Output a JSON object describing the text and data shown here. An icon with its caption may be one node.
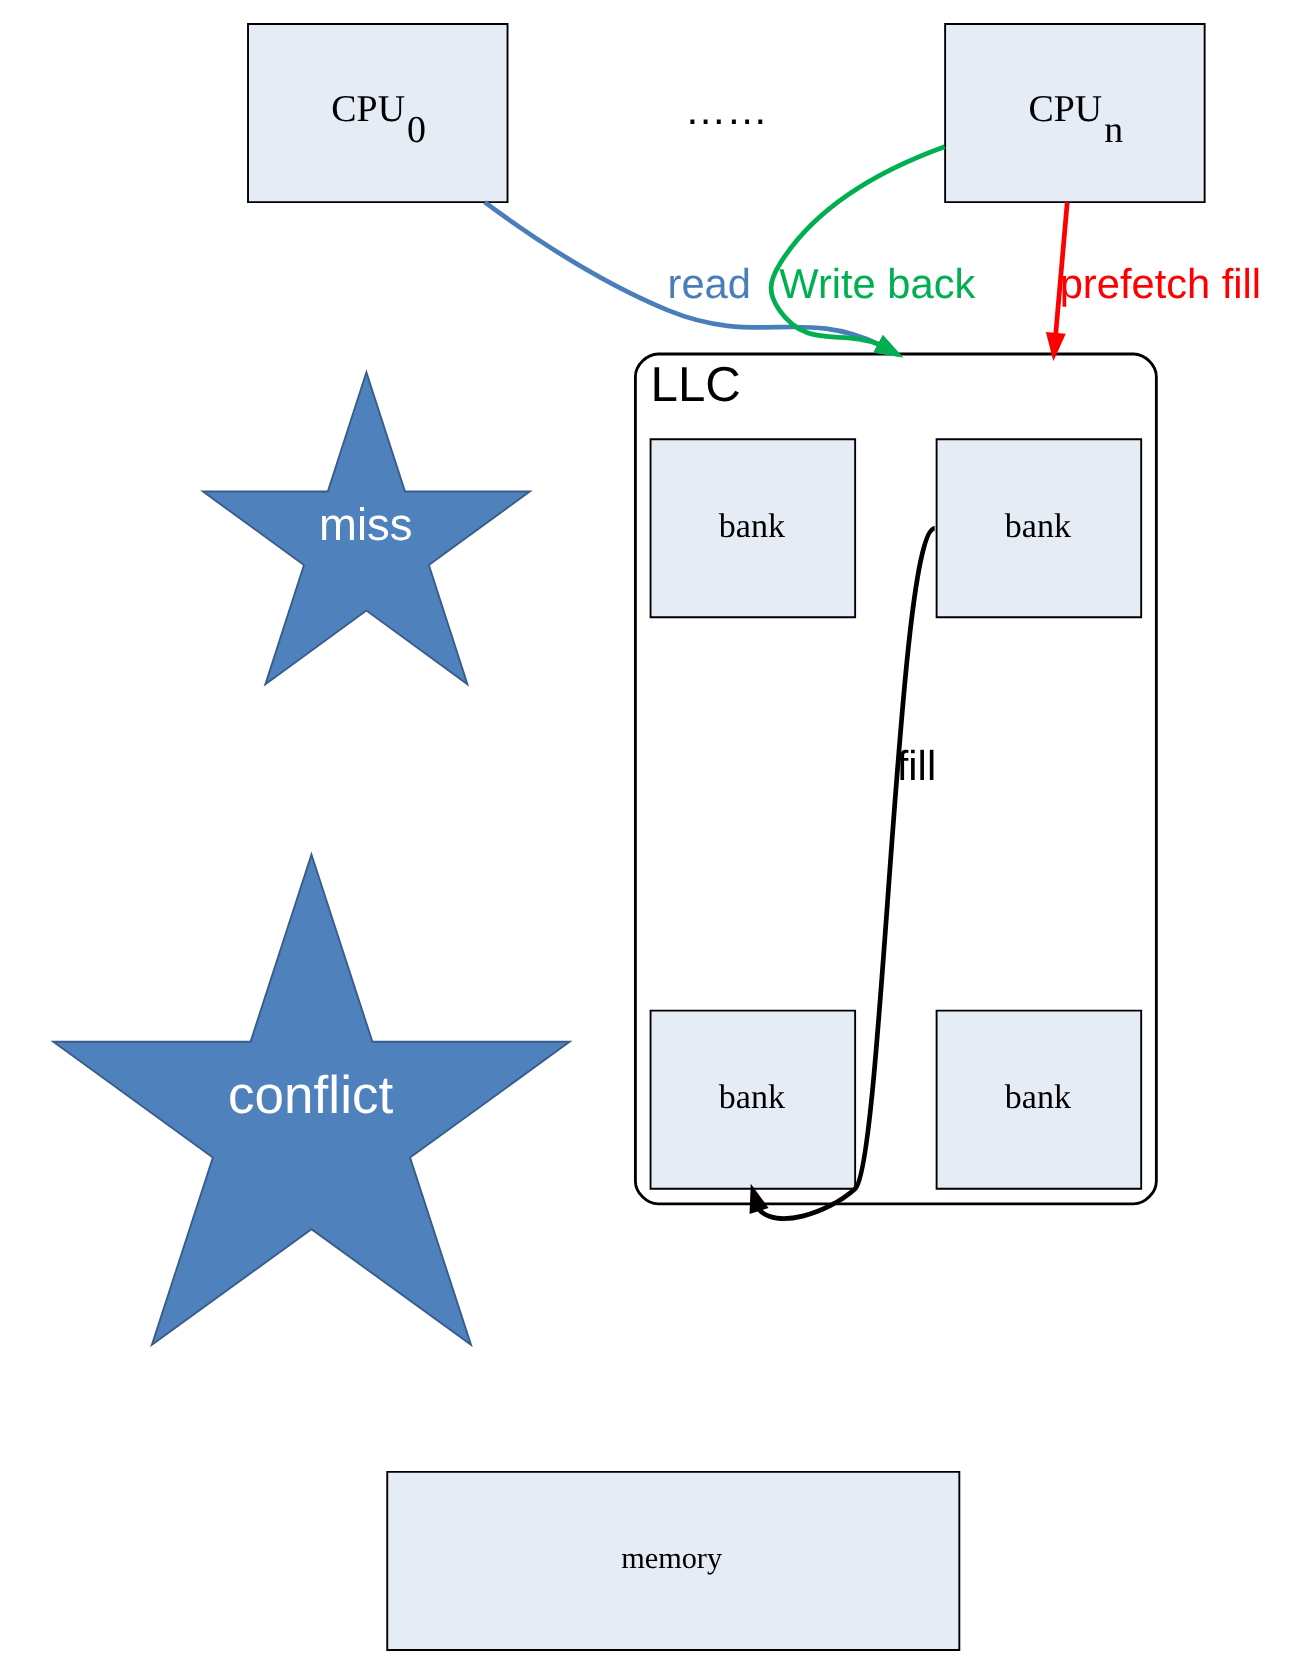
{
  "diagram": {
    "nodes": [
      {
        "text": [
          "CPU$_{0}$"
        ]
      },
      {
        "text": [
          "CPU$_{n}$"
        ]
      },
      {
        "text": [
          "LLC"
        ]
      },
      {
        "text": [
          "bank"
        ],
        "in": 2
      },
      {
        "text": [
          "bank"
        ],
        "in": 2
      },
      {
        "text": [
          "bank"
        ],
        "in": 2
      },
      {
        "text": [
          "bank"
        ],
        "in": 2
      },
      {
        "text": [
          "miss"
        ]
      },
      {
        "text": [
          "conflict"
        ]
      },
      {
        "text": [
          "memory"
        ]
      }
    ],
    "edges": [
      {
        "from": 0,
        "to": 2,
        "arrow": "to",
        "label": "read",
        "color": "#4a7ebb"
      },
      {
        "from": 1,
        "to": 2,
        "arrow": "to",
        "label": "Write back",
        "color": "#00b050"
      },
      {
        "from": 1,
        "to": 2,
        "arrow": "to",
        "label": "prefetch fill",
        "color": "#ff0000"
      },
      {
        "from": 3,
        "to": 2,
        "arrow": "to",
        "label": "fill",
        "color": "#000000"
      }
    ],
    "labels": [
      "……"
    ]
  }
}
